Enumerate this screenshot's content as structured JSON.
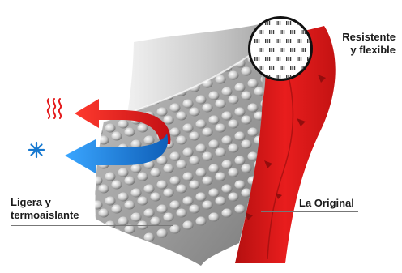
{
  "labels": {
    "resistant_line1": "Resistente",
    "resistant_line2": "y flexible",
    "light_line1": "Ligera y",
    "light_line2": "termoaislante",
    "original": "La Original"
  },
  "icons": {
    "heat": "heat-waves-icon",
    "cold": "snowflake-icon"
  },
  "colors": {
    "red_layer": "#e41d1d",
    "dark_red": "#a50f0f",
    "foam_gray": "#9a9a9a",
    "shell_gray": "#d4d4d4",
    "arrow_red": "#e4191b",
    "arrow_blue": "#1678d0"
  }
}
